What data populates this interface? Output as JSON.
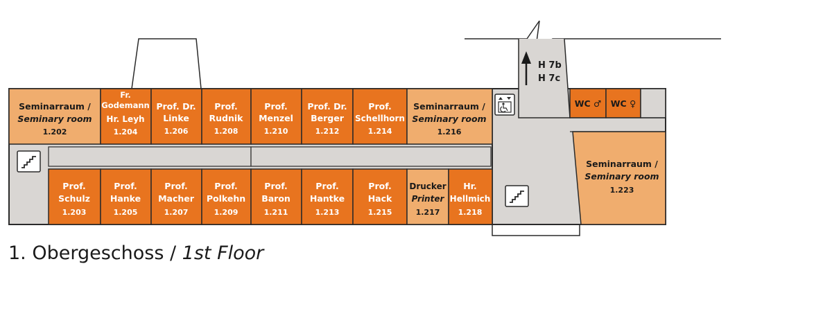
{
  "colors": {
    "office": "#e8741f",
    "seminar": "#f0ad6e",
    "corridor": "#d9d6d3",
    "wall": "#2a2a2a",
    "text_light": "#ffffff",
    "text_dark": "#1a1a1a"
  },
  "caption": {
    "floor_de": "1. Obergeschoss",
    "separator": " / ",
    "floor_en": "1st Floor"
  },
  "exits": {
    "line1": "H 7b",
    "line2": "H 7c"
  },
  "rooms": {
    "r1202": {
      "name": "Seminarraum /",
      "name_en": "Seminary room",
      "number": "1.202"
    },
    "r1204": {
      "line1": "Fr.",
      "line2": "Godemann",
      "line3": "Hr. Leyh",
      "number": "1.204"
    },
    "r1206": {
      "line1": "Prof. Dr.",
      "line2": "Linke",
      "number": "1.206"
    },
    "r1208": {
      "line1": "Prof.",
      "line2": "Rudnik",
      "number": "1.208"
    },
    "r1210": {
      "line1": "Prof.",
      "line2": "Menzel",
      "number": "1.210"
    },
    "r1212": {
      "line1": "Prof. Dr.",
      "line2": "Berger",
      "number": "1.212"
    },
    "r1214": {
      "line1": "Prof.",
      "line2": "Schellhorn",
      "number": "1.214"
    },
    "r1216": {
      "name": "Seminarraum /",
      "name_en": "Seminary room",
      "number": "1.216"
    },
    "r1203": {
      "line1": "Prof.",
      "line2": "Schulz",
      "number": "1.203"
    },
    "r1205": {
      "line1": "Prof.",
      "line2": "Hanke",
      "number": "1.205"
    },
    "r1207": {
      "line1": "Prof.",
      "line2": "Macher",
      "number": "1.207"
    },
    "r1209": {
      "line1": "Prof.",
      "line2": "Polkehn",
      "number": "1.209"
    },
    "r1211": {
      "line1": "Prof.",
      "line2": "Baron",
      "number": "1.211"
    },
    "r1213": {
      "line1": "Prof.",
      "line2": "Hantke",
      "number": "1.213"
    },
    "r1215": {
      "line1": "Prof.",
      "line2": "Hack",
      "number": "1.215"
    },
    "r1217": {
      "line1": "Drucker",
      "line2": "Printer",
      "number": "1.217"
    },
    "r1218": {
      "line1": "Hr.",
      "line2": "Hellmich",
      "number": "1.218"
    },
    "r1223": {
      "name": "Seminarraum /",
      "name_en": "Seminary room",
      "number": "1.223"
    },
    "wc_m": {
      "label": "WC ♂"
    },
    "wc_f": {
      "label": "WC ♀"
    }
  },
  "icons": {
    "stairs_left": "stairs-icon",
    "stairs_right": "stairs-icon",
    "elevator": "elevator-icon",
    "exit_arrow": "arrow-up-icon"
  }
}
